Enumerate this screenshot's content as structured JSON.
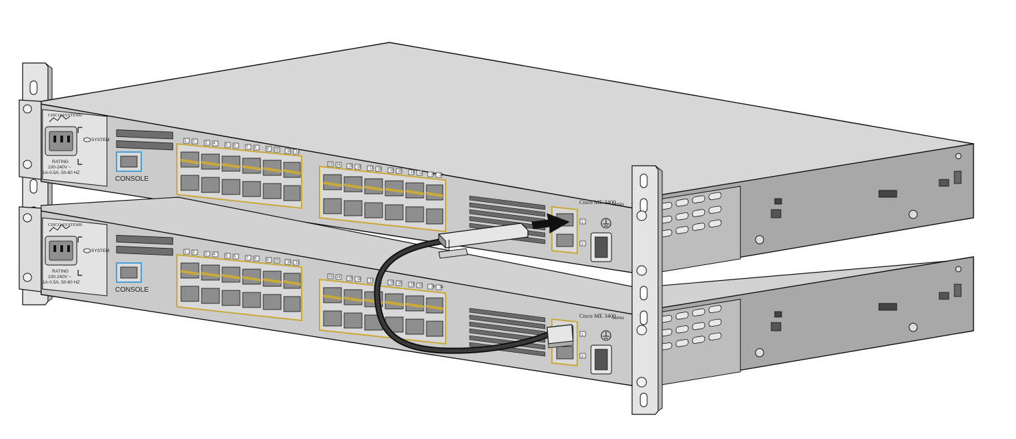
{
  "switches": [
    {
      "id": "top",
      "brand": "CISCO SYSTEMS",
      "rating": "RATING",
      "voltage": "100-240V ~",
      "current": "1A-0.5A, 50-60 HZ",
      "system_led": "SYSTEM",
      "console": "CONSOLE",
      "model": "Cisco ME 3400",
      "model_suffix": "series",
      "sfp_ports": [
        "1",
        "2"
      ],
      "port_numbers": [
        "1",
        "2",
        "3",
        "4",
        "5",
        "6",
        "7",
        "8",
        "9",
        "10",
        "11",
        "12",
        "13",
        "14",
        "15",
        "16",
        "17",
        "18",
        "19",
        "20",
        "21",
        "22",
        "23",
        "24"
      ]
    },
    {
      "id": "bottom",
      "brand": "CISCO SYSTEMS",
      "rating": "RATING",
      "voltage": "100-240V ~",
      "current": "1A-0.5A, 50-60 HZ",
      "system_led": "SYSTEM",
      "console": "CONSOLE",
      "model": "Cisco ME 3400",
      "model_suffix": "series",
      "sfp_ports": [
        "1",
        "2"
      ],
      "port_numbers": [
        "1",
        "2",
        "3",
        "4",
        "5",
        "6",
        "7",
        "8",
        "9",
        "10",
        "11",
        "12",
        "13",
        "14",
        "15",
        "16",
        "17",
        "18",
        "19",
        "20",
        "21",
        "22",
        "23",
        "24"
      ]
    }
  ],
  "colors": {
    "chassis_top": "#d6d6d6",
    "chassis_front": "#c9c9c9",
    "chassis_side": "#9a9a9a",
    "port_outline": "#c8a93a",
    "console_outline": "#4a9fd8",
    "cable": "#1a1a1a"
  }
}
